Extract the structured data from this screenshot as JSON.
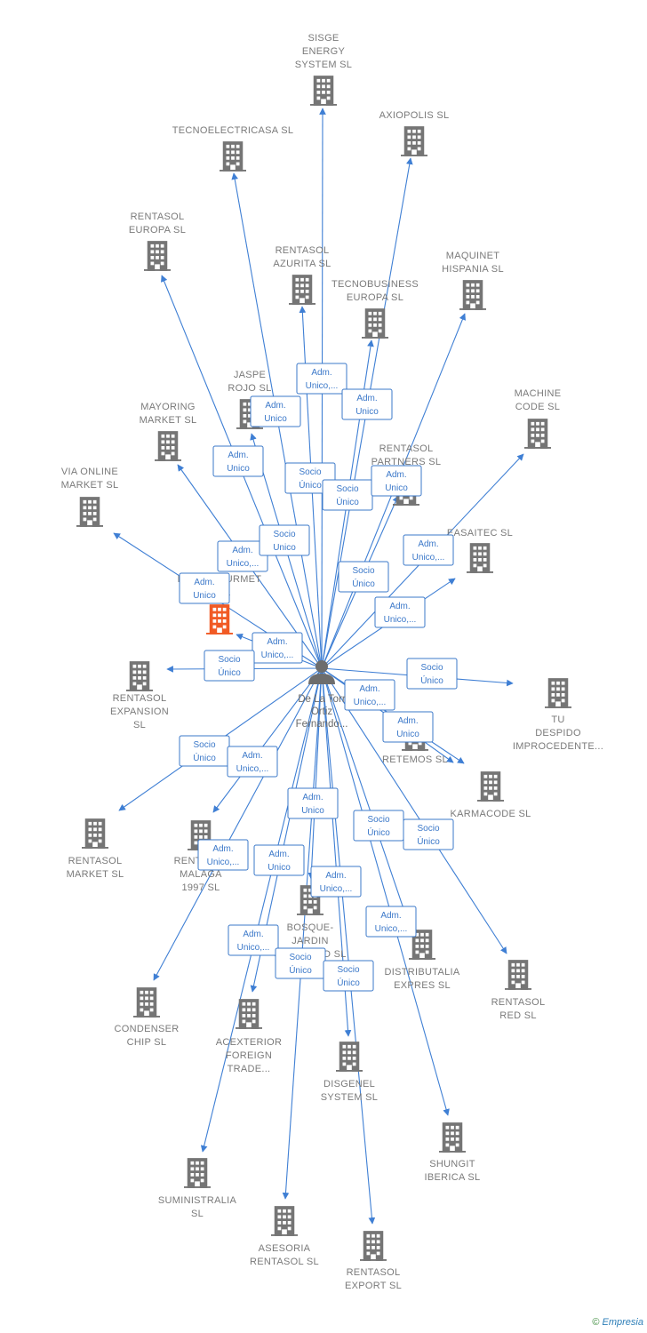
{
  "center": {
    "label_lines": [
      "De La Torr",
      "Ortiz",
      "Fernando..."
    ]
  },
  "colors": {
    "edge": "#3f7fd4",
    "company": "#757575",
    "highlight": "#f15a24",
    "person": "#6d6d6d"
  },
  "companies": [
    {
      "id": "sisge",
      "lines": [
        "SISGE",
        "ENERGY",
        "SYSTEM  SL"
      ],
      "highlight": false,
      "role_lines": [
        "Adm.",
        "Unico,..."
      ]
    },
    {
      "id": "tecnoelectricasa",
      "lines": [
        "TECNOELECTRICASA SL"
      ],
      "highlight": false,
      "role_lines": [
        "Adm.",
        "Unico"
      ]
    },
    {
      "id": "axiopolis",
      "lines": [
        "AXIOPOLIS SL"
      ],
      "highlight": false,
      "role_lines": [
        "Adm.",
        "Unico"
      ]
    },
    {
      "id": "rentasol-europa",
      "lines": [
        "RENTASOL",
        "EUROPA  SL"
      ],
      "highlight": false,
      "role_lines": [
        "Socio",
        "Único"
      ]
    },
    {
      "id": "rentasol-azurita",
      "lines": [
        "RENTASOL",
        "AZURITA  SL"
      ],
      "highlight": false,
      "role_lines": [
        "Socio",
        "Único"
      ]
    },
    {
      "id": "tecnobusiness",
      "lines": [
        "TECNOBUSINESS",
        "EUROPA SL"
      ],
      "highlight": false,
      "role_lines": [
        "Adm.",
        "Unico"
      ]
    },
    {
      "id": "maquinet",
      "lines": [
        "MAQUINET",
        "HISPANIA  SL"
      ],
      "highlight": false,
      "role_lines": [
        "Adm.",
        "Unico,..."
      ]
    },
    {
      "id": "jaspe",
      "lines": [
        "JASPE",
        "ROJO  SL"
      ],
      "highlight": false,
      "role_lines": [
        "Socio",
        "Unico"
      ]
    },
    {
      "id": "mayoring",
      "lines": [
        "MAYORING",
        "MARKET  SL"
      ],
      "highlight": false,
      "role_lines": [
        "Adm.",
        "Unico,..."
      ]
    },
    {
      "id": "machine-code",
      "lines": [
        "MACHINE",
        "CODE SL"
      ],
      "highlight": false,
      "role_lines": [
        "Adm.",
        "Unico"
      ]
    },
    {
      "id": "rentasol-partners",
      "lines": [
        "RENTASOL",
        "PARTNERS  SL"
      ],
      "highlight": false,
      "role_lines": [
        "Socio",
        "Único"
      ]
    },
    {
      "id": "via-online",
      "lines": [
        "VIA ONLINE",
        "MARKET SL"
      ],
      "highlight": false,
      "role_lines": [
        "Adm.",
        "Unico"
      ]
    },
    {
      "id": "easaitec",
      "lines": [
        "EASAITEC  SL"
      ],
      "highlight": false,
      "role_lines": [
        "Adm.",
        "Unico,..."
      ]
    },
    {
      "id": "eurogourmet",
      "lines": [
        "EURO GOURMET",
        "E  SL"
      ],
      "highlight": true,
      "role_lines": [
        "Adm.",
        "Unico,..."
      ]
    },
    {
      "id": "rentasol-expansion",
      "lines": [
        "RENTASOL",
        "EXPANSION",
        "SL"
      ],
      "highlight": false,
      "role_lines": [
        "Socio",
        "Único"
      ]
    },
    {
      "id": "tu-despido",
      "lines": [
        "TU",
        "DESPIDO",
        "IMPROCEDENTE..."
      ],
      "highlight": false,
      "role_lines": [
        "Socio",
        "Único"
      ]
    },
    {
      "id": "retemos",
      "lines": [
        "RETEMOS  SL"
      ],
      "highlight": false,
      "role_lines": [
        "Adm.",
        "Unico,..."
      ]
    },
    {
      "id": "karmacode",
      "lines": [
        "KARMACODE SL"
      ],
      "highlight": false,
      "role_lines": [
        "Adm.",
        "Unico"
      ]
    },
    {
      "id": "rentasol-market",
      "lines": [
        "RENTASOL",
        "MARKET  SL"
      ],
      "highlight": false,
      "role_lines": [
        "Socio",
        "Único"
      ]
    },
    {
      "id": "rentasol-malaga",
      "lines": [
        "RENTASOL",
        "MALAGA",
        "1997  SL"
      ],
      "highlight": false,
      "role_lines": [
        "Adm.",
        "Unico,..."
      ]
    },
    {
      "id": "bosque-jardin",
      "lines": [
        "BOSQUE-",
        "JARDIN",
        "SEVILLANO SL"
      ],
      "highlight": false,
      "role_lines": [
        "Adm.",
        "Unico"
      ]
    },
    {
      "id": "rentasol-red",
      "lines": [
        "RENTASOL",
        "RED  SL"
      ],
      "highlight": false,
      "role_lines": [
        "Socio",
        "Único"
      ]
    },
    {
      "id": "distributalia",
      "lines": [
        "DISTRIBUTALIA",
        "EXPRES  SL"
      ],
      "highlight": false,
      "role_lines": [
        "Socio",
        "Único"
      ]
    },
    {
      "id": "condenser",
      "lines": [
        "CONDENSER",
        "CHIP SL"
      ],
      "highlight": false,
      "role_lines": [
        "Adm.",
        "Unico,..."
      ]
    },
    {
      "id": "acexterior",
      "lines": [
        "ACEXTERIOR",
        "FOREIGN",
        "TRADE..."
      ],
      "highlight": false,
      "role_lines": [
        "Adm.",
        "Unico"
      ]
    },
    {
      "id": "disgenel",
      "lines": [
        "DISGENEL",
        "SYSTEM  SL"
      ],
      "highlight": false,
      "role_lines": [
        "Adm.",
        "Unico,..."
      ]
    },
    {
      "id": "shungit",
      "lines": [
        "SHUNGIT",
        "IBERICA  SL"
      ],
      "highlight": false,
      "role_lines": [
        "Adm.",
        "Unico,..."
      ]
    },
    {
      "id": "suministralia",
      "lines": [
        "SUMINISTRALIA",
        "SL"
      ],
      "highlight": false,
      "role_lines": [
        "Adm.",
        "Unico,..."
      ]
    },
    {
      "id": "asesoria",
      "lines": [
        "ASESORIA",
        "RENTASOL SL"
      ],
      "highlight": false,
      "role_lines": [
        "Socio",
        "Único"
      ]
    },
    {
      "id": "rentasol-export",
      "lines": [
        "RENTASOL",
        "EXPORT  SL"
      ],
      "highlight": false,
      "role_lines": [
        "Socio",
        "Único"
      ]
    }
  ],
  "footer": {
    "copyright": "©",
    "brand": "Empresia"
  }
}
